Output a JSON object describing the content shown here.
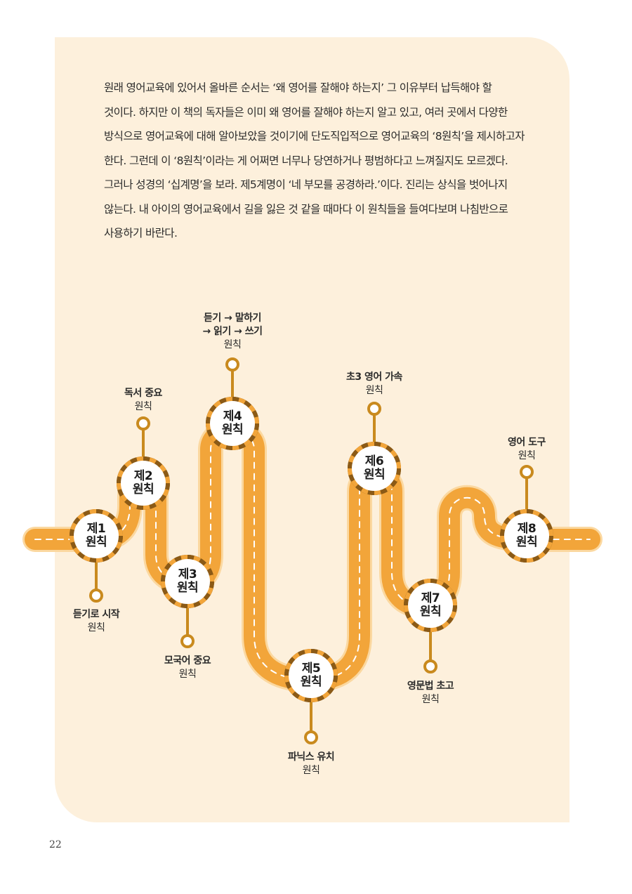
{
  "intro_text": "원래 영어교육에 있어서 올바른 순서는 ‘왜 영어를 잘해야 하는지’ 그 이유부터 납득해야 할 것이다. 하지만 이 책의 독자들은 이미 왜 영어를 잘해야 하는지 알고 있고, 여러 곳에서 다양한 방식으로 영어교육에 대해 알아보았을 것이기에 단도직입적으로 영어교육의 ‘8원칙’을 제시하고자 한다. 그런데 이 ‘8원칙’이라는 게 어쩌면 너무나 당연하거나 평범하다고 느껴질지도 모르겠다. 그러나 성경의 ‘십계명’을 보라. 제5계명이 ‘네 부모를 공경하라.’이다. 진리는 상식을 벗어나지 않는다. 내 아이의 영어교육에서 길을 잃은 것 같을 때마다 이 원칙들을 들여다보며 나침반으로 사용하기 바란다.",
  "page_number": "22",
  "colors": {
    "panel": "#fdf0dc",
    "road": "#f2a53a",
    "road_edge": "#fbd8a0",
    "pin": "#c98a1e",
    "ring": "#8b5a16"
  },
  "principles": [
    {
      "num_label": "제1",
      "word": "원칙",
      "topic": "듣기로 시작",
      "sub": "원칙"
    },
    {
      "num_label": "제2",
      "word": "원칙",
      "topic": "독서 중요",
      "sub": "원칙"
    },
    {
      "num_label": "제3",
      "word": "원칙",
      "topic": "모국어 중요",
      "sub": "원칙"
    },
    {
      "num_label": "제4",
      "word": "원칙",
      "topic_line1": "듣기 → 말하기",
      "topic_line2": "→ 읽기 → 쓰기",
      "sub": "원칙"
    },
    {
      "num_label": "제5",
      "word": "원칙",
      "topic": "파닉스 유치",
      "sub": "원칙"
    },
    {
      "num_label": "제6",
      "word": "원칙",
      "topic": "초3 영어 가속",
      "sub": "원칙"
    },
    {
      "num_label": "제7",
      "word": "원칙",
      "topic": "영문법 초고",
      "sub": "원칙"
    },
    {
      "num_label": "제8",
      "word": "원칙",
      "topic": "영어 도구",
      "sub": "원칙"
    }
  ]
}
